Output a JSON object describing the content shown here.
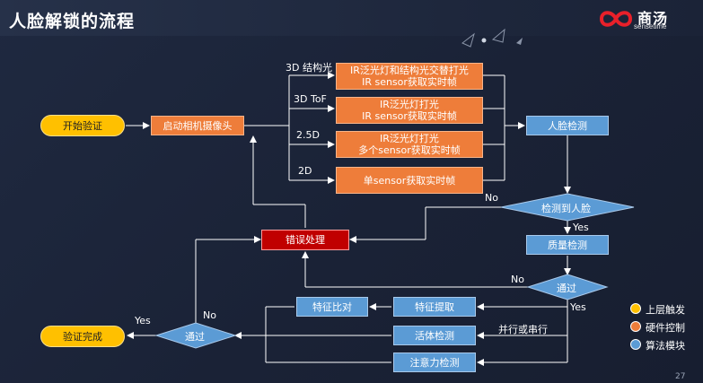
{
  "header": {
    "title": "人脸解锁的流程"
  },
  "logo": {
    "brand": "商汤",
    "sub": "sensetime"
  },
  "colors": {
    "orange": "#ee7d3a",
    "blue": "#5b9bd5",
    "red": "#c00000",
    "yellow": "#ffc000"
  },
  "nodes": {
    "start": "开始验证",
    "camera": "启动相机摄像头",
    "ir_struct_l1": "IR泛光灯和结构光交替打光",
    "ir_struct_l2": "IR sensor获取实时帧",
    "ir_tof_l1": "IR泛光灯打光",
    "ir_tof_l2": "IR sensor获取实时帧",
    "ir_25d_l1": "IR泛光灯打光",
    "ir_25d_l2": "多个sensor获取实时帧",
    "single_2d": "单sensor获取实时帧",
    "face_detect": "人脸检测",
    "detected": "检测到人脸",
    "quality": "质量检测",
    "pass1": "通过",
    "error": "错误处理",
    "feature_extract": "特征提取",
    "feature_compare": "特征比对",
    "liveness": "活体检测",
    "attention": "注意力检测",
    "pass2": "通过",
    "done": "验证完成"
  },
  "edge_labels": {
    "d3_struct": "3D 结构光",
    "d3_tof": "3D ToF",
    "d25": "2.5D",
    "d2": "2D",
    "no1": "No",
    "yes1": "Yes",
    "no2": "No",
    "yes2": "Yes",
    "parallel": "并行或串行",
    "no3": "No",
    "yes3": "Yes"
  },
  "legend": [
    {
      "label": "上层触发",
      "color": "#ffc000"
    },
    {
      "label": "硬件控制",
      "color": "#ee7d3a"
    },
    {
      "label": "算法模块",
      "color": "#5b9bd5"
    }
  ],
  "page_number": "27"
}
